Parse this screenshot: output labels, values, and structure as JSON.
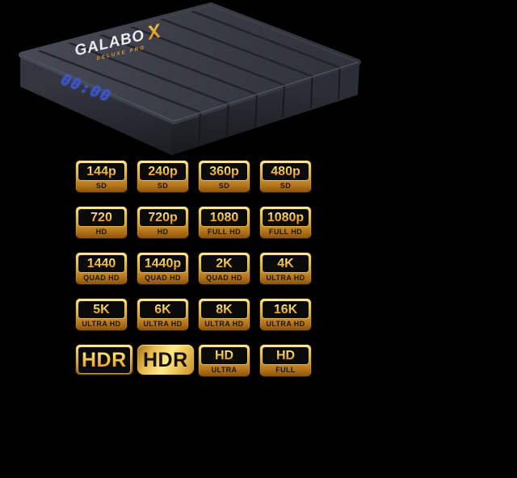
{
  "device": {
    "brand_main": "GALABO",
    "brand_accent": "X",
    "brand_sub": "DELUXE PRO",
    "led_display": "00:00"
  },
  "colors": {
    "background": "#000000",
    "badge_gold_light": "#f8e38a",
    "badge_gold_dark": "#8a540e",
    "badge_panel_black": "#0a0a0b",
    "badge_value_gold": "#f2b43a",
    "badge_label_dark": "#1c1405",
    "device_body_gray": "#3a3d46",
    "led_blue": "#3c55c9",
    "brand_white": "#e9ebef",
    "brand_gold": "#e0a23a"
  },
  "badges": [
    {
      "value": "144p",
      "label": "SD",
      "style": "standard"
    },
    {
      "value": "240p",
      "label": "SD",
      "style": "standard"
    },
    {
      "value": "360p",
      "label": "SD",
      "style": "standard"
    },
    {
      "value": "480p",
      "label": "SD",
      "style": "standard"
    },
    {
      "value": "720",
      "label": "HD",
      "style": "standard"
    },
    {
      "value": "720p",
      "label": "HD",
      "style": "standard"
    },
    {
      "value": "1080",
      "label": "FULL HD",
      "style": "standard"
    },
    {
      "value": "1080p",
      "label": "FULL HD",
      "style": "standard"
    },
    {
      "value": "1440",
      "label": "QUAD HD",
      "style": "standard"
    },
    {
      "value": "1440p",
      "label": "QUAD HD",
      "style": "standard"
    },
    {
      "value": "2K",
      "label": "QUAD HD",
      "style": "standard"
    },
    {
      "value": "4K",
      "label": "ULTRA HD",
      "style": "standard"
    },
    {
      "value": "5K",
      "label": "ULTRA HD",
      "style": "standard"
    },
    {
      "value": "6K",
      "label": "ULTRA HD",
      "style": "standard"
    },
    {
      "value": "8K",
      "label": "ULTRA HD",
      "style": "standard"
    },
    {
      "value": "16K",
      "label": "ULTRA HD",
      "style": "standard"
    },
    {
      "value": "HDR",
      "label": "",
      "style": "hdr-outline"
    },
    {
      "value": "HDR",
      "label": "",
      "style": "hdr-solid"
    },
    {
      "value": "HD",
      "label": "ULTRA",
      "style": "standard"
    },
    {
      "value": "HD",
      "label": "FULL",
      "style": "standard"
    }
  ]
}
